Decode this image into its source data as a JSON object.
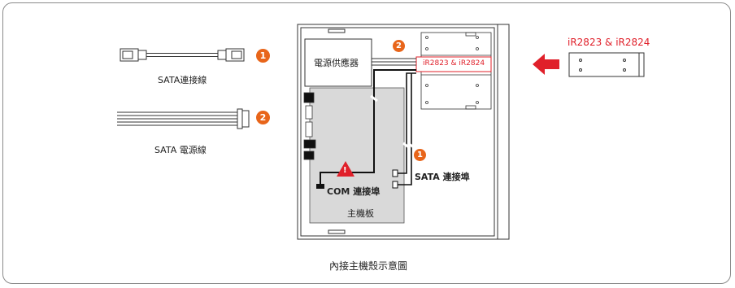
{
  "legend": {
    "sata_cable_label": "SATA連接線",
    "sata_power_label": "SATA 電源線",
    "badge_1": "1",
    "badge_2": "2"
  },
  "case": {
    "psu_label": "電源供應器",
    "slot_label": "iR2823 & iR2824",
    "motherboard_label": "主機板",
    "com_port_label": "COM 連接埠",
    "sata_port_label": "SATA 連接埠",
    "badge_1": "1",
    "badge_2": "2",
    "warning_icon_text": "!"
  },
  "module": {
    "label": "iR2823 & iR2824"
  },
  "caption": "內接主機殼示意圖",
  "colors": {
    "accent_orange": "#e8651a",
    "highlight_red": "#e0202a",
    "module_label_red": "#e0202a"
  }
}
